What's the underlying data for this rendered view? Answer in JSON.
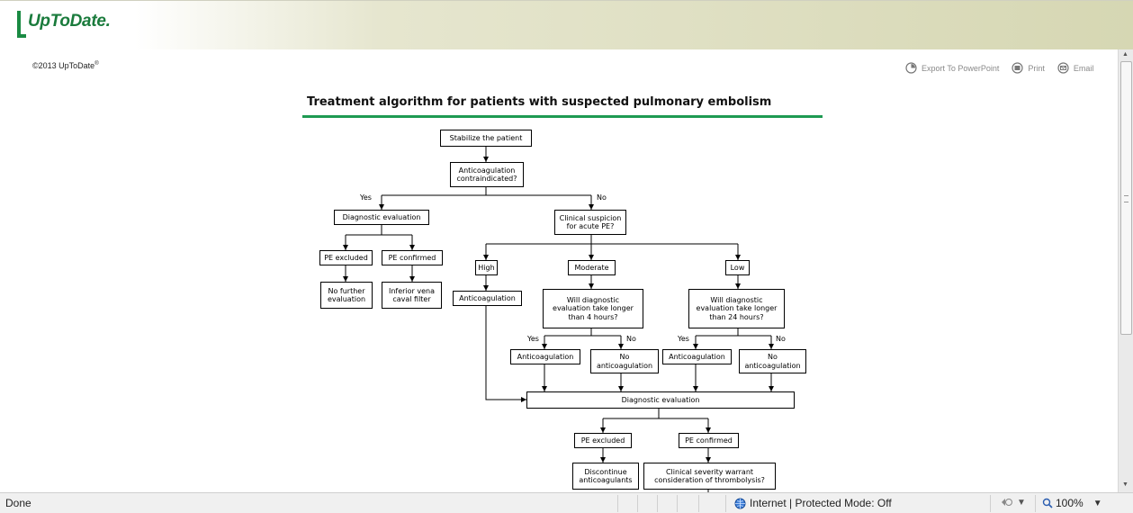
{
  "header": {
    "logo_text": "UpToDate."
  },
  "page": {
    "copyright": "©2013 UpToDate",
    "copyright_sup": "®",
    "tools": {
      "export": "Export To PowerPoint",
      "print": "Print",
      "email": "Email"
    },
    "title": "Treatment algorithm for patients with suspected pulmonary embolism"
  },
  "flowchart": {
    "nodes": [
      {
        "id": "stabilize",
        "label": "Stabilize the patient"
      },
      {
        "id": "ac_contra",
        "label": "Anticoagulation\ncontraindicated?"
      },
      {
        "id": "diag_eval_left",
        "label": "Diagnostic evaluation"
      },
      {
        "id": "clin_susp",
        "label": "Clinical suspicion\nfor acute PE?"
      },
      {
        "id": "pe_excl_left",
        "label": "PE excluded"
      },
      {
        "id": "pe_conf_left",
        "label": "PE confirmed"
      },
      {
        "id": "no_further",
        "label": "No further\nevaluation"
      },
      {
        "id": "ivc_filter",
        "label": "Inferior vena\ncaval filter"
      },
      {
        "id": "high",
        "label": "High"
      },
      {
        "id": "moderate",
        "label": "Moderate"
      },
      {
        "id": "low",
        "label": "Low"
      },
      {
        "id": "ac_high",
        "label": "Anticoagulation"
      },
      {
        "id": "will_mod",
        "label": "Will diagnostic\nevaluation take longer\nthan 4 hours?"
      },
      {
        "id": "will_low",
        "label": "Will diagnostic\nevaluation take longer\nthan 24 hours?"
      },
      {
        "id": "ac_mod",
        "label": "Anticoagulation"
      },
      {
        "id": "noac_mod",
        "label": "No\nanticoagulation"
      },
      {
        "id": "ac_low",
        "label": "Anticoagulation"
      },
      {
        "id": "noac_low",
        "label": "No\nanticoagulation"
      },
      {
        "id": "diag_eval_main",
        "label": "Diagnostic evaluation"
      },
      {
        "id": "pe_excl_bottom",
        "label": "PE excluded"
      },
      {
        "id": "pe_conf_bottom",
        "label": "PE confirmed"
      },
      {
        "id": "discontinue",
        "label": "Discontinue\nanticoagulants"
      },
      {
        "id": "severity",
        "label": "Clinical severity warrant\nconsideration of thrombolysis?"
      }
    ],
    "edge_labels": [
      {
        "id": "yes_contra",
        "text": "Yes"
      },
      {
        "id": "no_contra",
        "text": "No"
      },
      {
        "id": "yes_mod",
        "text": "Yes"
      },
      {
        "id": "no_mod",
        "text": "No"
      },
      {
        "id": "yes_low",
        "text": "Yes"
      },
      {
        "id": "no_low",
        "text": "No"
      }
    ]
  },
  "statusbar": {
    "status": "Done",
    "zone": "Internet | Protected Mode: Off",
    "zoom": "100%"
  },
  "colors": {
    "brand_green": "#1a7b3c",
    "rule_green": "#1e9a52"
  }
}
